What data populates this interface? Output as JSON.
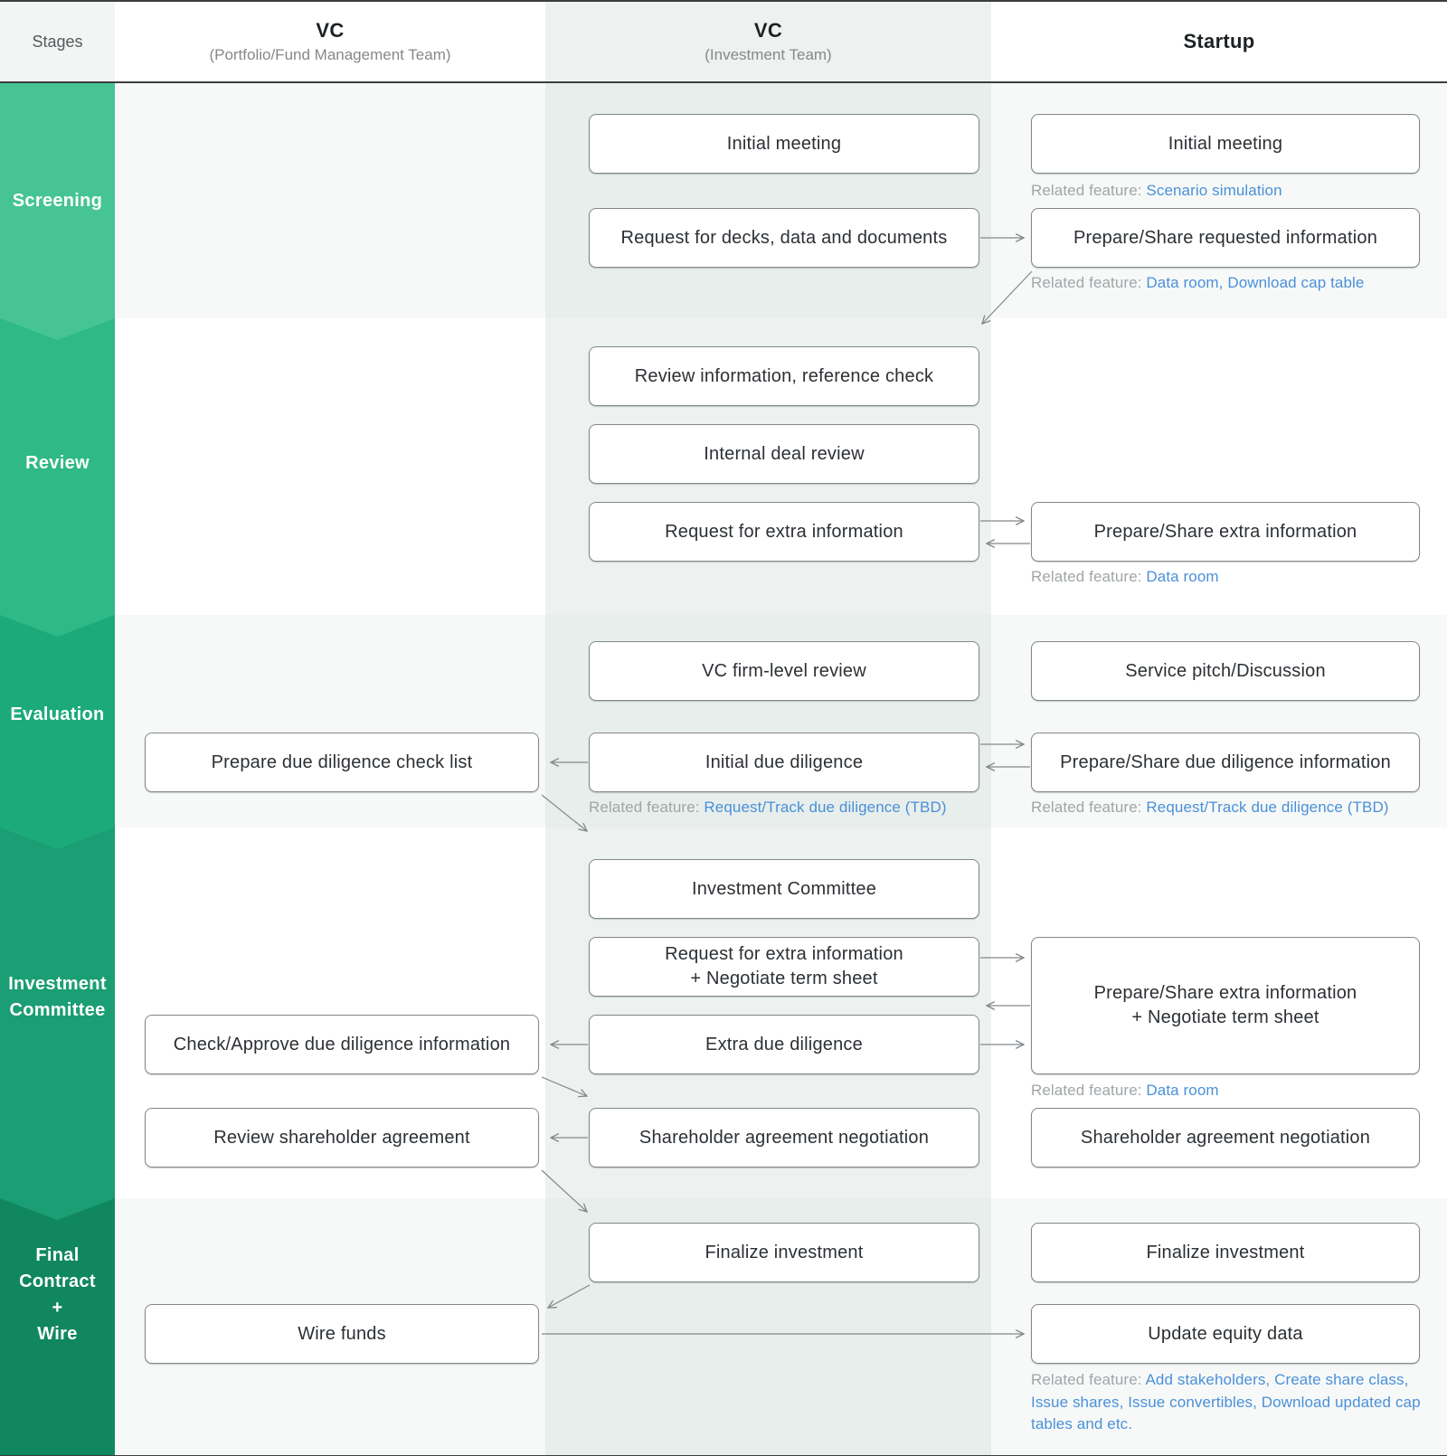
{
  "header": {
    "stages": "Stages",
    "col1_title": "VC",
    "col1_subtitle": "(Portfolio/Fund Management Team)",
    "col2_title": "VC",
    "col2_subtitle": "(Investment Team)",
    "col3_title": "Startup"
  },
  "stages": {
    "screening": "Screening",
    "review": "Review",
    "evaluation": "Evaluation",
    "investment_committee": "Investment\nCommittee",
    "final_contract_wire": "Final\nContract\n+\nWire"
  },
  "labels": {
    "related_feature": "Related feature:"
  },
  "colors": {
    "screening": "#46c494",
    "review": "#2eb987",
    "evaluation": "#1caa7a",
    "investment_committee": "#1b9e74",
    "final_contract_wire": "#10875f",
    "link": "#4a90d9"
  },
  "nodes": {
    "vc_initial_meeting": "Initial meeting",
    "startup_initial_meeting": "Initial meeting",
    "request_for_decks": "Request for decks, data and documents",
    "prepare_share_requested_info": "Prepare/Share requested information",
    "review_information": "Review information, reference check",
    "internal_deal_review": "Internal deal review",
    "request_extra_info": "Request for extra information",
    "prepare_share_extra_info": "Prepare/Share extra information",
    "vc_firm_level_review": "VC firm-level review",
    "service_pitch": "Service pitch/Discussion",
    "prepare_dd_checklist": "Prepare due diligence check list",
    "initial_due_diligence": "Initial due diligence",
    "prepare_share_dd_info": "Prepare/Share due diligence information",
    "investment_committee": "Investment Committee",
    "request_extra_negotiate": "Request for extra information\n+ Negotiate term sheet",
    "prepare_share_extra_negotiate": "Prepare/Share extra information\n+ Negotiate term sheet",
    "extra_due_diligence": "Extra due diligence",
    "check_approve_dd": "Check/Approve due diligence information",
    "shareholder_negotiation_vc": "Shareholder agreement negotiation",
    "review_shareholder_agreement": "Review shareholder agreement",
    "shareholder_negotiation_startup": "Shareholder agreement negotiation",
    "finalize_investment_vc": "Finalize investment",
    "finalize_investment_startup": "Finalize investment",
    "wire_funds": "Wire funds",
    "update_equity_data": "Update equity data"
  },
  "related_features": {
    "scenario_simulation": "Scenario simulation",
    "data_room_cap_table": "Data room, Download cap table",
    "data_room_review": "Data room",
    "request_track_dd_vc": "Request/Track due diligence (TBD)",
    "request_track_dd_startup": "Request/Track due diligence (TBD)",
    "data_room_ic": "Data room",
    "equity_features": "Add stakeholders, Create share class, Issue shares, Issue convertibles, Download updated cap tables and etc."
  }
}
